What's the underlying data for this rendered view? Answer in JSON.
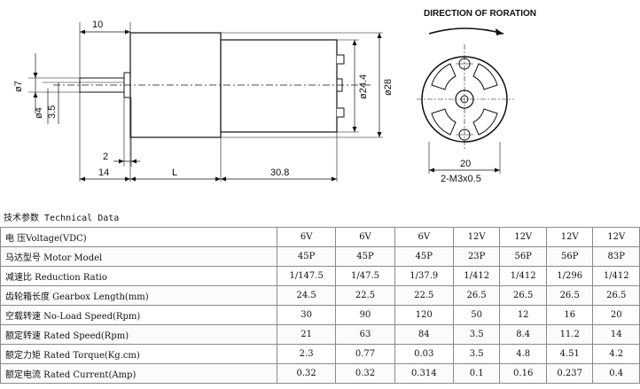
{
  "drawing": {
    "title": "DIRECTION OF RORATION",
    "dims": {
      "d10": "10",
      "d7": "ø7",
      "d4": "ø4",
      "d35": "3.5",
      "d2": "2",
      "d14": "14",
      "dL": "L",
      "d308": "30.8",
      "d244": "ø24.4",
      "d28": "ø28",
      "d20": "20",
      "m3": "2-M3x0.5"
    }
  },
  "table": {
    "caption": "技术参数 Technical Data",
    "rows": [
      {
        "label": "电 压Voltage(VDC)",
        "values": [
          "6V",
          "6V",
          "6V",
          "12V",
          "12V",
          "12V",
          "12V"
        ]
      },
      {
        "label": "马达型号 Motor Model",
        "values": [
          "45P",
          "45P",
          "45P",
          "23P",
          "56P",
          "56P",
          "83P"
        ]
      },
      {
        "label": "减速比 Reduction Ratio",
        "values": [
          "1/147.5",
          "1/47.5",
          "1/37.9",
          "1/412",
          "1/412",
          "1/296",
          "1/412"
        ]
      },
      {
        "label": "齿轮箱长度 Gearbox Length(mm)",
        "values": [
          "24.5",
          "22.5",
          "22.5",
          "26.5",
          "26.5",
          "26.5",
          "26.5"
        ]
      },
      {
        "label": "空载转速 No-Load Speed(Rpm)",
        "values": [
          "30",
          "90",
          "120",
          "50",
          "12",
          "16",
          "20"
        ]
      },
      {
        "label": "额定转速 Rated Speed(Rpm)",
        "values": [
          "21",
          "63",
          "84",
          "3.5",
          "8.4",
          "11.2",
          "14"
        ]
      },
      {
        "label": "额定力矩 Rated Torque(Kg.cm)",
        "values": [
          "2.3",
          "0.77",
          "0.03",
          "3.5",
          "4.8",
          "4.51",
          "4.2"
        ]
      },
      {
        "label": "额定电流 Rated Current(Amp)",
        "values": [
          "0.32",
          "0.32",
          "0.314",
          "0.1",
          "0.16",
          "0.237",
          "0.4"
        ]
      }
    ]
  }
}
